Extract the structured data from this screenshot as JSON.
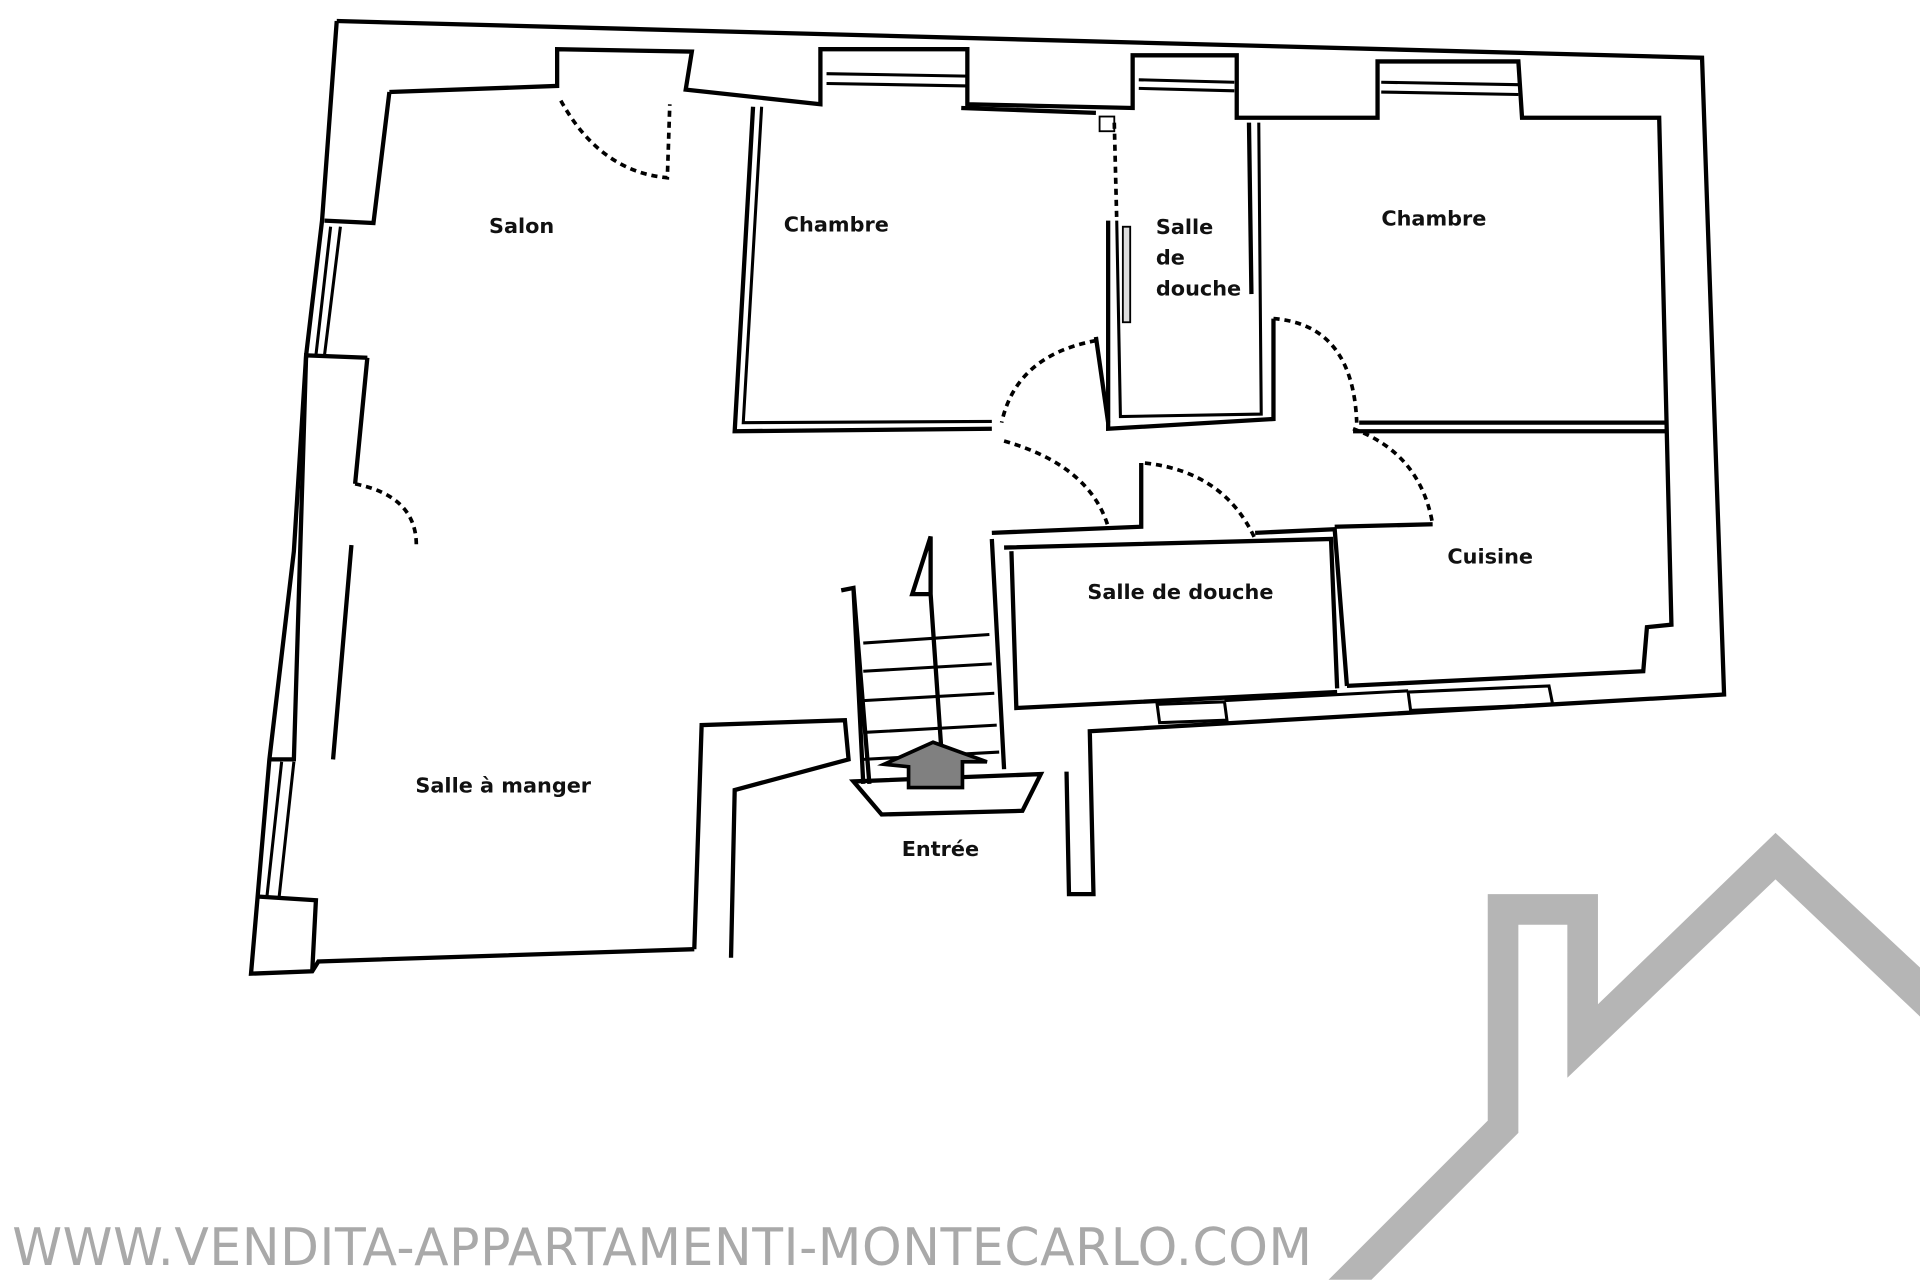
{
  "rooms": {
    "salon": "Salon",
    "chambre_1": "Chambre",
    "salle_de_douche_1": [
      "Salle",
      "de",
      "douche"
    ],
    "chambre_2": "Chambre",
    "salle_de_douche_2": "Salle de douche",
    "cuisine": "Cuisine",
    "salle_a_manger": "Salle à manger",
    "entree": "Entrée"
  },
  "watermark": "WWW.VENDITA-APPARTAMENTI-MONTECARLO.COM",
  "colors": {
    "wall": "#000000",
    "logo": "#b5b5b5",
    "arrow": "#808080"
  }
}
